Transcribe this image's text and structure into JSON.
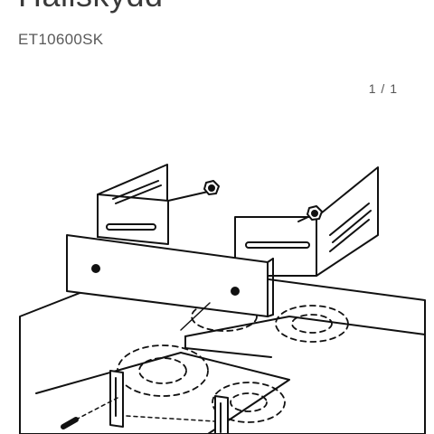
{
  "document": {
    "title": "Hällskydd",
    "product_code": "ET10600SK",
    "page_indicator": "1 / 1"
  },
  "illustration": {
    "icon": "assembly-diagram-icon"
  }
}
